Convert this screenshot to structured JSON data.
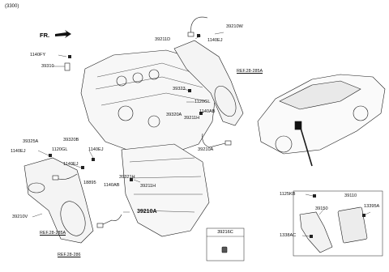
{
  "diagram": {
    "catalog_number": "(3300)",
    "direction_label": "FR.",
    "inset_part": "39216C",
    "parts": [
      "39210W",
      "1140EJ",
      "39211D",
      "1140FY",
      "39310",
      "REF.28-285A",
      "39323",
      "1120GL",
      "1140AB",
      "39211H",
      "39320A",
      "39210A",
      "39325A",
      "1140EJ",
      "1120GL",
      "39320B",
      "1140EJ",
      "1140EJ",
      "18895",
      "39321H",
      "1140AB",
      "39211H",
      "39210A",
      "39210V",
      "REF.28-285A",
      "REF.28-286",
      "1125KB",
      "39110",
      "39150",
      "13395A",
      "1338AC"
    ]
  },
  "colors": {
    "line": "#1a1a1a",
    "callout_box": "#ffffff"
  },
  "icons": [
    "front-arrow-icon",
    "connector-icon",
    "bolt-icon",
    "car-icon",
    "ecu-icon"
  ]
}
